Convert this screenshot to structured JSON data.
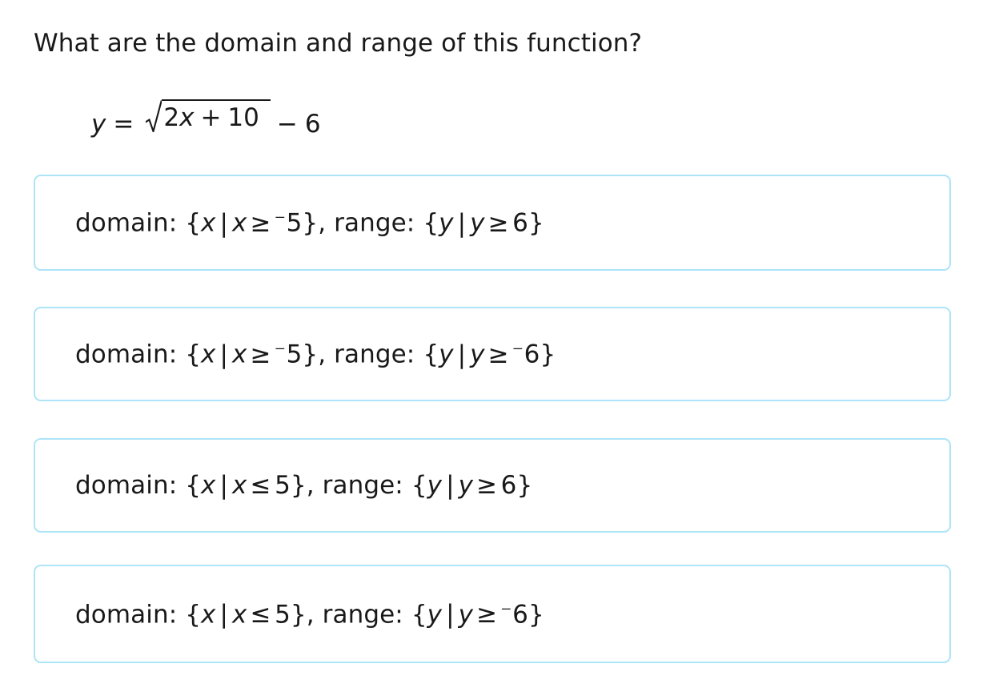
{
  "question": {
    "prompt": "What are the domain and range of this function?",
    "equation": {
      "lhs": "y",
      "equals": "=",
      "radical_symbol": "√",
      "radicand_coefficient": "2",
      "radicand_variable": "x",
      "radicand_operator": "+",
      "radicand_constant": "10",
      "trailing_operator": "−",
      "trailing_constant": "6",
      "plain_text": "y = √(2x + 10) − 6"
    }
  },
  "options": [
    {
      "id": "option-1",
      "domain_label": "domain:",
      "domain_open": "{",
      "domain_var": "x",
      "domain_bar": "|",
      "domain_var2": "x",
      "domain_relation": "≥",
      "domain_negative": "⁻",
      "domain_value": "5",
      "domain_close": "},",
      "range_label": "range:",
      "range_open": "{",
      "range_var": "y",
      "range_bar": "|",
      "range_var2": "y",
      "range_relation": "≥",
      "range_negative": "",
      "range_value": "6",
      "range_close": "}",
      "plain_text": "domain: {x | x ≥ ⁻5}, range: {y | y ≥ 6}"
    },
    {
      "id": "option-2",
      "domain_label": "domain:",
      "domain_open": "{",
      "domain_var": "x",
      "domain_bar": "|",
      "domain_var2": "x",
      "domain_relation": "≥",
      "domain_negative": "⁻",
      "domain_value": "5",
      "domain_close": "},",
      "range_label": "range:",
      "range_open": "{",
      "range_var": "y",
      "range_bar": "|",
      "range_var2": "y",
      "range_relation": "≥",
      "range_negative": "⁻",
      "range_value": "6",
      "range_close": "}",
      "plain_text": "domain: {x | x ≥ ⁻5}, range: {y | y ≥ ⁻6}"
    },
    {
      "id": "option-3",
      "domain_label": "domain:",
      "domain_open": "{",
      "domain_var": "x",
      "domain_bar": "|",
      "domain_var2": "x",
      "domain_relation": "≤",
      "domain_negative": "",
      "domain_value": "5",
      "domain_close": "},",
      "range_label": "range:",
      "range_open": "{",
      "range_var": "y",
      "range_bar": "|",
      "range_var2": "y",
      "range_relation": "≥",
      "range_negative": "",
      "range_value": "6",
      "range_close": "}",
      "plain_text": "domain: {x | x ≤ 5}, range: {y | y ≥ 6}"
    },
    {
      "id": "option-4",
      "domain_label": "domain:",
      "domain_open": "{",
      "domain_var": "x",
      "domain_bar": "|",
      "domain_var2": "x",
      "domain_relation": "≤",
      "domain_negative": "",
      "domain_value": "5",
      "domain_close": "},",
      "range_label": "range:",
      "range_open": "{",
      "range_var": "y",
      "range_bar": "|",
      "range_var2": "y",
      "range_relation": "≥",
      "range_negative": "⁻",
      "range_value": "6",
      "range_close": "}",
      "plain_text": "domain: {x | x ≤ 5}, range: {y | y ≥ ⁻6}"
    }
  ],
  "colors": {
    "option_border": "#ade4f7",
    "text": "#191919",
    "background": "#ffffff"
  }
}
